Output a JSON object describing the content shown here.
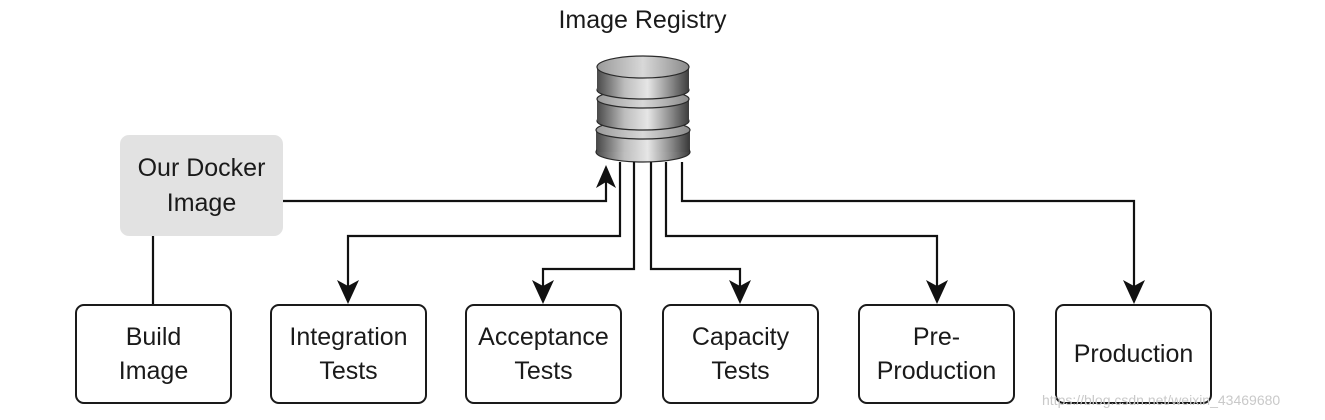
{
  "diagram": {
    "registry_label": "Image Registry",
    "source_label": "Our Docker\nImage",
    "stages": [
      {
        "label": "Build\nImage"
      },
      {
        "label": "Integration\nTests"
      },
      {
        "label": "Acceptance\nTests"
      },
      {
        "label": "Capacity\nTests"
      },
      {
        "label": "Pre-\nProduction"
      },
      {
        "label": "Production"
      }
    ]
  },
  "watermark": "https://blog.csdn.net/weixin_43469680"
}
